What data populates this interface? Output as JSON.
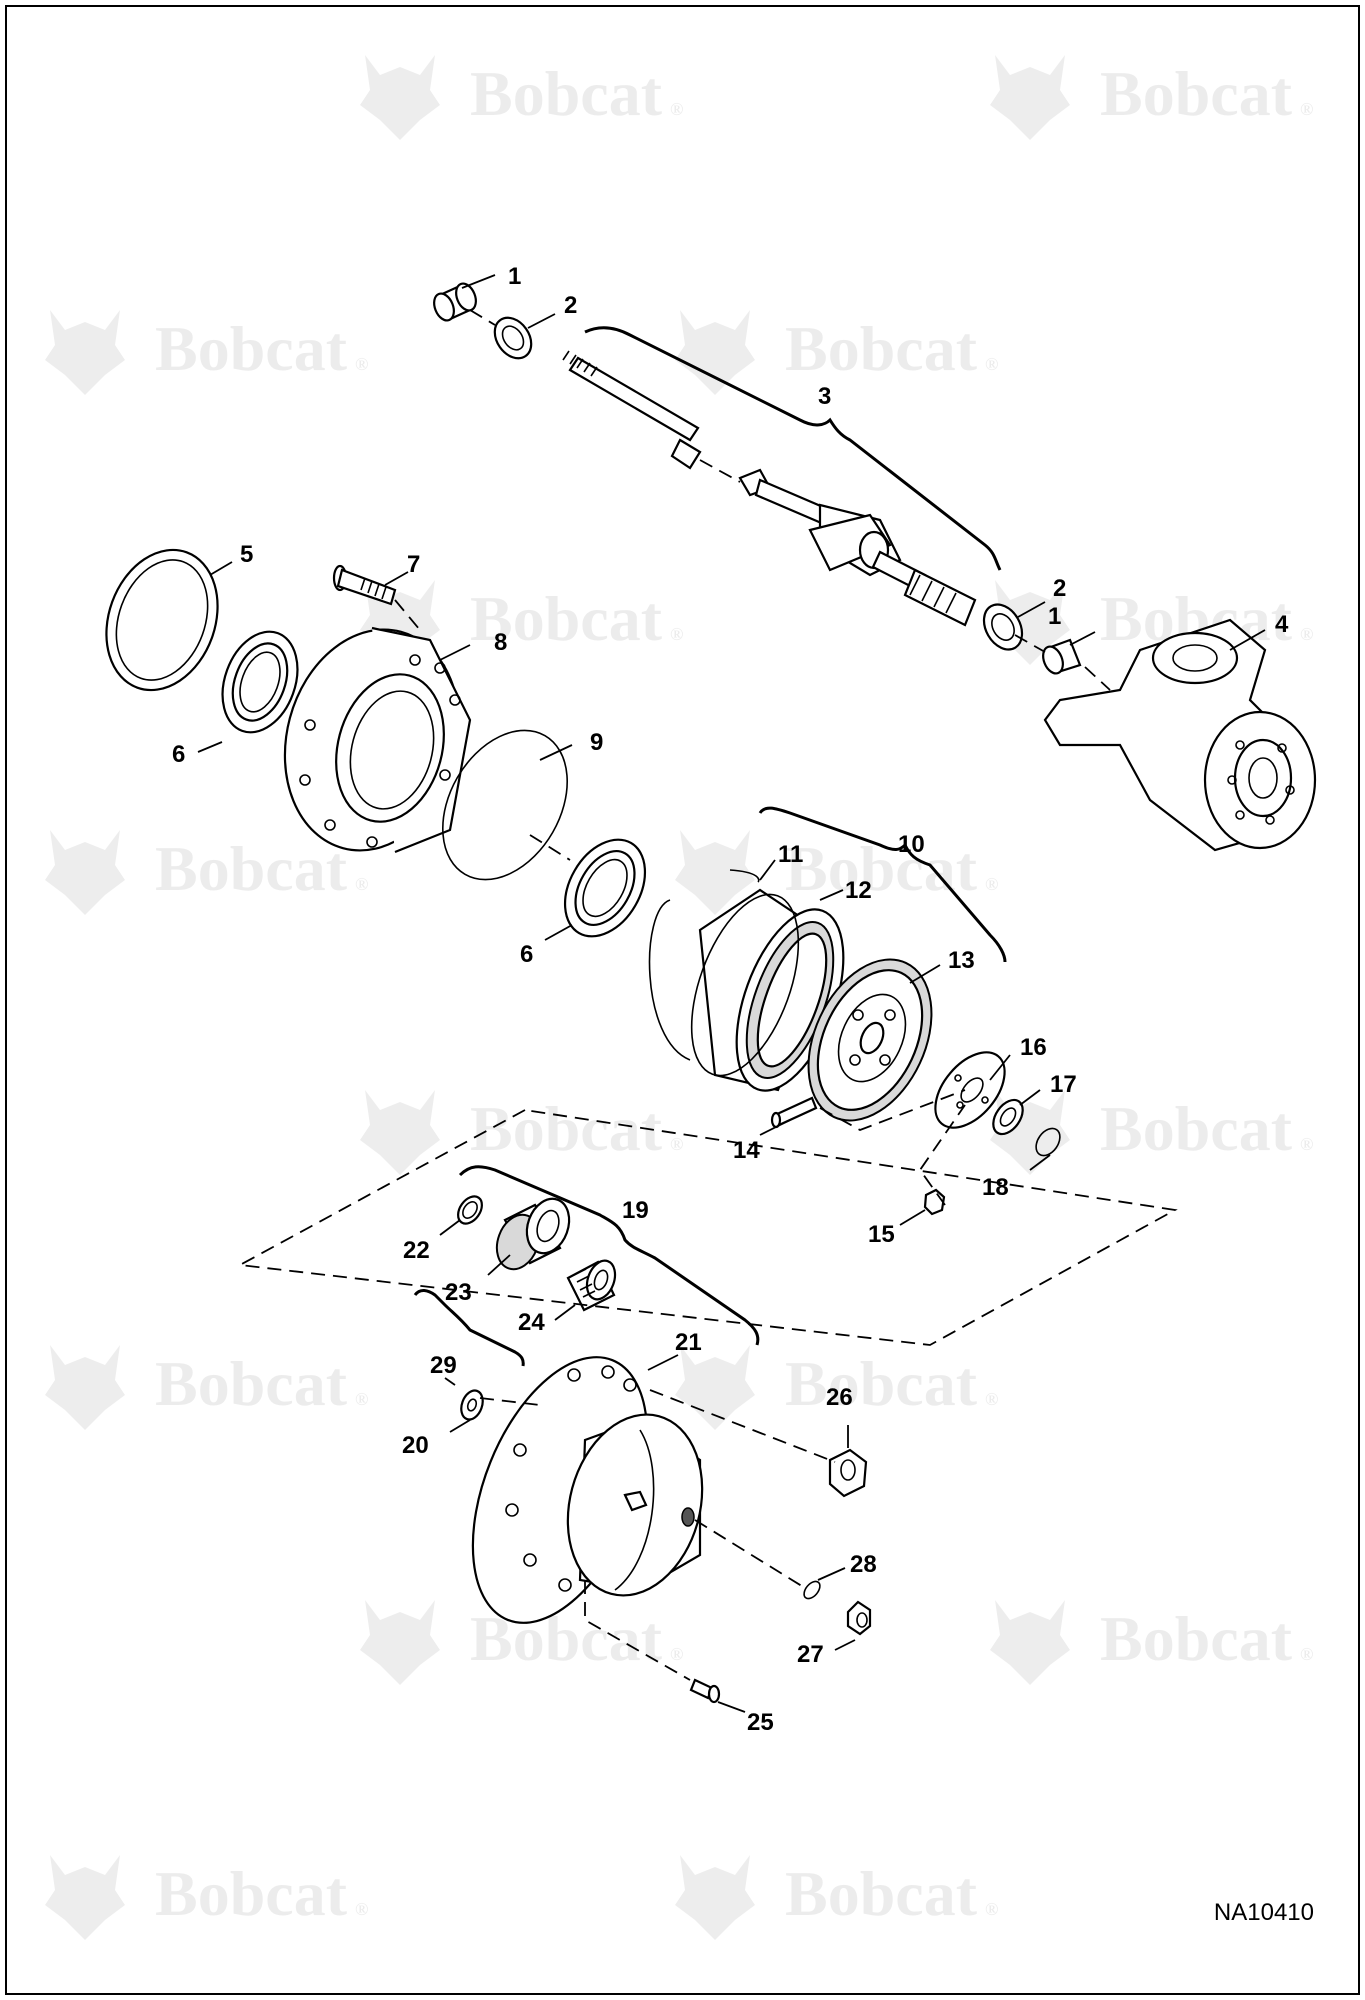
{
  "watermark": {
    "brand": "Bobcat",
    "mark": "®"
  },
  "drawing_ref": "NA10410",
  "callouts": [
    "1",
    "2",
    "3",
    "4",
    "5",
    "6",
    "7",
    "8",
    "9",
    "10",
    "11",
    "12",
    "13",
    "14",
    "15",
    "16",
    "17",
    "18",
    "19",
    "20",
    "21",
    "22",
    "23",
    "24",
    "25",
    "26",
    "27",
    "28",
    "29"
  ],
  "callout_extra": {
    "second_1": "1",
    "second_2": "2",
    "second_6": "6"
  },
  "colors": {
    "line": "#000000",
    "background": "#ffffff",
    "watermark": "#000000"
  }
}
